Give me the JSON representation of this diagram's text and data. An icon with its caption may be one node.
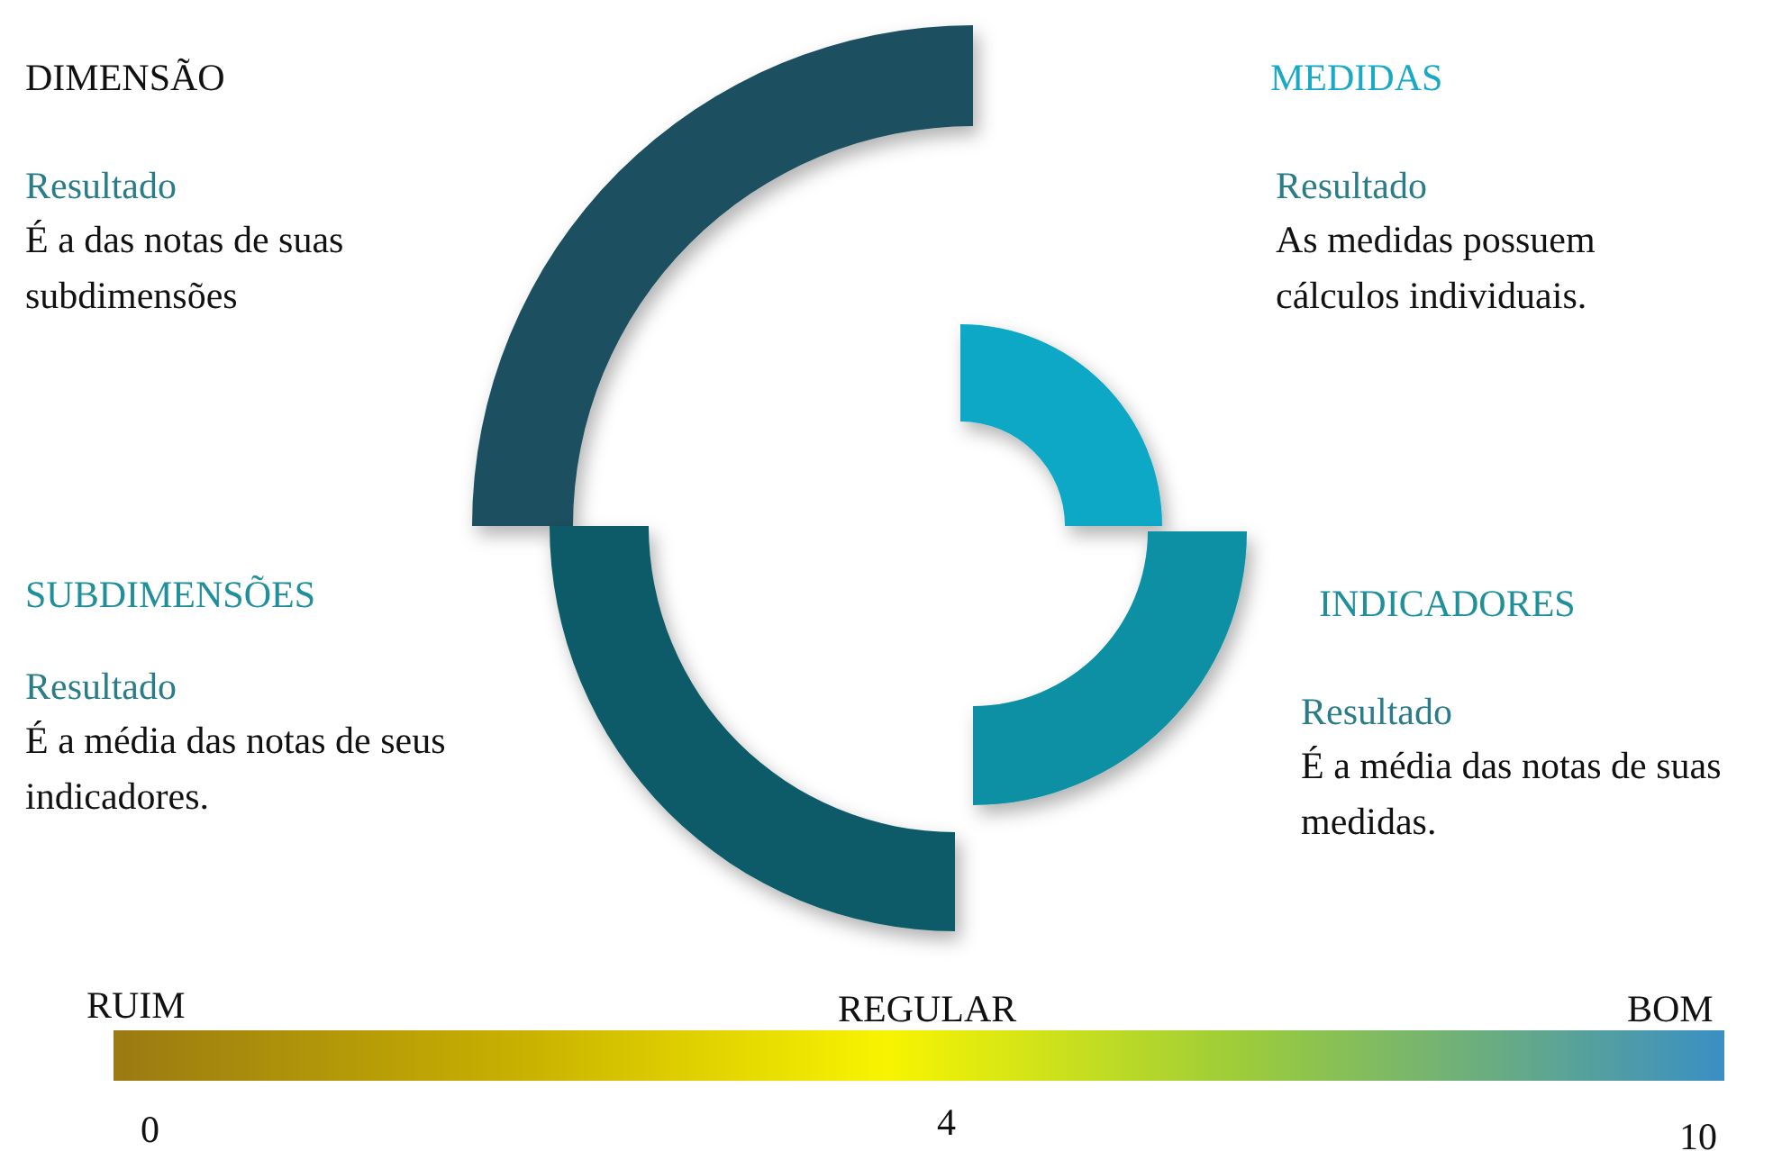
{
  "diagram": {
    "labels": [
      "DIMENSÃO",
      "Resultado",
      "É a das notas de suas subdimensões",
      "MEDIDAS",
      "Resultado",
      "As medidas possuem cálculos individuais.",
      "SUBDIMENSÕES",
      "Resultado",
      "É a média das notas de seus indicadores.",
      "INDICADORES",
      "Resultado",
      "É a média das notas de suas medidas.",
      "RUIM",
      "REGULAR",
      "BOM",
      "0",
      "4",
      "10"
    ]
  }
}
